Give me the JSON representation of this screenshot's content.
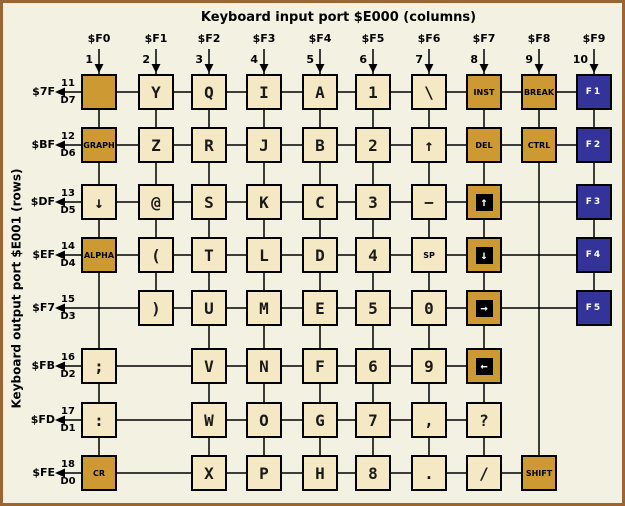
{
  "page": {
    "title": "Keyboard input port $E000 (columns)",
    "side_label": "Keyboard output port $E001 (rows)"
  },
  "colors": {
    "background": "#f2f1e2",
    "frame": "#996633",
    "key_light": "#f5e8c5",
    "key_dark": "#cc9933",
    "key_blue": "#333399",
    "key_border": "#000000",
    "wire": "#000000",
    "inverse_box": "#000000",
    "inverse_glyph": "#ffffff"
  },
  "columns": [
    {
      "port": "$F0",
      "pin": "1"
    },
    {
      "port": "$F1",
      "pin": "2"
    },
    {
      "port": "$F2",
      "pin": "3"
    },
    {
      "port": "$F3",
      "pin": "4"
    },
    {
      "port": "$F4",
      "pin": "5"
    },
    {
      "port": "$F5",
      "pin": "6"
    },
    {
      "port": "$F6",
      "pin": "7"
    },
    {
      "port": "$F7",
      "pin": "8"
    },
    {
      "port": "$F8",
      "pin": "9"
    },
    {
      "port": "$F9",
      "pin": "10"
    }
  ],
  "rows": [
    {
      "port": "$7F",
      "pin": "11",
      "bit": "D7"
    },
    {
      "port": "$BF",
      "pin": "12",
      "bit": "D6"
    },
    {
      "port": "$DF",
      "pin": "13",
      "bit": "D5"
    },
    {
      "port": "$EF",
      "pin": "14",
      "bit": "D4"
    },
    {
      "port": "$F7",
      "pin": "15",
      "bit": "D3"
    },
    {
      "port": "$FB",
      "pin": "16",
      "bit": "D2"
    },
    {
      "port": "$FD",
      "pin": "17",
      "bit": "D1"
    },
    {
      "port": "$FE",
      "pin": "18",
      "bit": "D0"
    }
  ],
  "keys": [
    {
      "row": 1,
      "col": 1,
      "label": "",
      "type": "blank",
      "name": "key-blank"
    },
    {
      "row": 1,
      "col": 2,
      "label": "Y",
      "type": "char",
      "name": "key-y"
    },
    {
      "row": 1,
      "col": 3,
      "label": "Q",
      "type": "char",
      "name": "key-q"
    },
    {
      "row": 1,
      "col": 4,
      "label": "I",
      "type": "char",
      "name": "key-i"
    },
    {
      "row": 1,
      "col": 5,
      "label": "A",
      "type": "char",
      "name": "key-a"
    },
    {
      "row": 1,
      "col": 6,
      "label": "1",
      "type": "char",
      "name": "key-1"
    },
    {
      "row": 1,
      "col": 7,
      "label": "\\",
      "type": "char",
      "name": "key-backslash"
    },
    {
      "row": 1,
      "col": 8,
      "label": "INST",
      "type": "special",
      "name": "key-inst"
    },
    {
      "row": 1,
      "col": 9,
      "label": "BREAK",
      "type": "special",
      "name": "key-break"
    },
    {
      "row": 1,
      "col": 10,
      "label": "F1",
      "type": "fn",
      "name": "key-f1"
    },
    {
      "row": 2,
      "col": 1,
      "label": "GRAPH",
      "type": "special",
      "name": "key-graph"
    },
    {
      "row": 2,
      "col": 2,
      "label": "Z",
      "type": "char",
      "name": "key-z"
    },
    {
      "row": 2,
      "col": 3,
      "label": "R",
      "type": "char",
      "name": "key-r"
    },
    {
      "row": 2,
      "col": 4,
      "label": "J",
      "type": "char",
      "name": "key-j"
    },
    {
      "row": 2,
      "col": 5,
      "label": "B",
      "type": "char",
      "name": "key-b"
    },
    {
      "row": 2,
      "col": 6,
      "label": "2",
      "type": "char",
      "name": "key-2"
    },
    {
      "row": 2,
      "col": 7,
      "label": "↑",
      "type": "char",
      "name": "key-up-arrow"
    },
    {
      "row": 2,
      "col": 8,
      "label": "DEL",
      "type": "special",
      "name": "key-del"
    },
    {
      "row": 2,
      "col": 9,
      "label": "CTRL",
      "type": "special",
      "name": "key-ctrl"
    },
    {
      "row": 2,
      "col": 10,
      "label": "F2",
      "type": "fn",
      "name": "key-f2"
    },
    {
      "row": 3,
      "col": 1,
      "label": "↓",
      "type": "char",
      "name": "key-down-arrow"
    },
    {
      "row": 3,
      "col": 2,
      "label": "@",
      "type": "char",
      "name": "key-at"
    },
    {
      "row": 3,
      "col": 3,
      "label": "S",
      "type": "char",
      "name": "key-s"
    },
    {
      "row": 3,
      "col": 4,
      "label": "K",
      "type": "char",
      "name": "key-k"
    },
    {
      "row": 3,
      "col": 5,
      "label": "C",
      "type": "char",
      "name": "key-c"
    },
    {
      "row": 3,
      "col": 6,
      "label": "3",
      "type": "char",
      "name": "key-3"
    },
    {
      "row": 3,
      "col": 7,
      "label": "−",
      "type": "char",
      "name": "key-minus"
    },
    {
      "row": 3,
      "col": 8,
      "label": "↑",
      "type": "cursor",
      "name": "key-cursor-up"
    },
    {
      "row": 3,
      "col": 10,
      "label": "F3",
      "type": "fn",
      "name": "key-f3"
    },
    {
      "row": 4,
      "col": 1,
      "label": "ALPHA",
      "type": "special",
      "name": "key-alpha"
    },
    {
      "row": 4,
      "col": 2,
      "label": "(",
      "type": "char",
      "name": "key-open-paren"
    },
    {
      "row": 4,
      "col": 3,
      "label": "T",
      "type": "char",
      "name": "key-t"
    },
    {
      "row": 4,
      "col": 4,
      "label": "L",
      "type": "char",
      "name": "key-l"
    },
    {
      "row": 4,
      "col": 5,
      "label": "D",
      "type": "char",
      "name": "key-d"
    },
    {
      "row": 4,
      "col": 6,
      "label": "4",
      "type": "char",
      "name": "key-4"
    },
    {
      "row": 4,
      "col": 7,
      "label": "SP",
      "type": "small",
      "name": "key-space"
    },
    {
      "row": 4,
      "col": 8,
      "label": "↓",
      "type": "cursor",
      "name": "key-cursor-down"
    },
    {
      "row": 4,
      "col": 10,
      "label": "F4",
      "type": "fn",
      "name": "key-f4"
    },
    {
      "row": 5,
      "col": 2,
      "label": ")",
      "type": "char",
      "name": "key-close-paren"
    },
    {
      "row": 5,
      "col": 3,
      "label": "U",
      "type": "char",
      "name": "key-u"
    },
    {
      "row": 5,
      "col": 4,
      "label": "M",
      "type": "char",
      "name": "key-m"
    },
    {
      "row": 5,
      "col": 5,
      "label": "E",
      "type": "char",
      "name": "key-e"
    },
    {
      "row": 5,
      "col": 6,
      "label": "5",
      "type": "char",
      "name": "key-5"
    },
    {
      "row": 5,
      "col": 7,
      "label": "0",
      "type": "char",
      "name": "key-0"
    },
    {
      "row": 5,
      "col": 8,
      "label": "→",
      "type": "cursor",
      "name": "key-cursor-right"
    },
    {
      "row": 5,
      "col": 10,
      "label": "F5",
      "type": "fn",
      "name": "key-f5"
    },
    {
      "row": 6,
      "col": 1,
      "label": ";",
      "type": "char",
      "name": "key-semicolon"
    },
    {
      "row": 6,
      "col": 3,
      "label": "V",
      "type": "char",
      "name": "key-v"
    },
    {
      "row": 6,
      "col": 4,
      "label": "N",
      "type": "char",
      "name": "key-n"
    },
    {
      "row": 6,
      "col": 5,
      "label": "F",
      "type": "char",
      "name": "key-f"
    },
    {
      "row": 6,
      "col": 6,
      "label": "6",
      "type": "char",
      "name": "key-6"
    },
    {
      "row": 6,
      "col": 7,
      "label": "9",
      "type": "char",
      "name": "key-9"
    },
    {
      "row": 6,
      "col": 8,
      "label": "←",
      "type": "cursor",
      "name": "key-cursor-left"
    },
    {
      "row": 7,
      "col": 1,
      "label": ":",
      "type": "char",
      "name": "key-colon"
    },
    {
      "row": 7,
      "col": 3,
      "label": "W",
      "type": "char",
      "name": "key-w"
    },
    {
      "row": 7,
      "col": 4,
      "label": "O",
      "type": "char",
      "name": "key-o"
    },
    {
      "row": 7,
      "col": 5,
      "label": "G",
      "type": "char",
      "name": "key-g"
    },
    {
      "row": 7,
      "col": 6,
      "label": "7",
      "type": "char",
      "name": "key-7"
    },
    {
      "row": 7,
      "col": 7,
      "label": ",",
      "type": "char",
      "name": "key-comma"
    },
    {
      "row": 7,
      "col": 8,
      "label": "?",
      "type": "char",
      "name": "key-question"
    },
    {
      "row": 8,
      "col": 1,
      "label": "CR",
      "type": "special",
      "name": "key-cr"
    },
    {
      "row": 8,
      "col": 3,
      "label": "X",
      "type": "char",
      "name": "key-x"
    },
    {
      "row": 8,
      "col": 4,
      "label": "P",
      "type": "char",
      "name": "key-p"
    },
    {
      "row": 8,
      "col": 5,
      "label": "H",
      "type": "char",
      "name": "key-h"
    },
    {
      "row": 8,
      "col": 6,
      "label": "8",
      "type": "char",
      "name": "key-8"
    },
    {
      "row": 8,
      "col": 7,
      "label": ".",
      "type": "char",
      "name": "key-period"
    },
    {
      "row": 8,
      "col": 8,
      "label": "/",
      "type": "char",
      "name": "key-slash"
    },
    {
      "row": 8,
      "col": 9,
      "label": "SHIFT",
      "type": "special",
      "name": "key-shift"
    }
  ]
}
